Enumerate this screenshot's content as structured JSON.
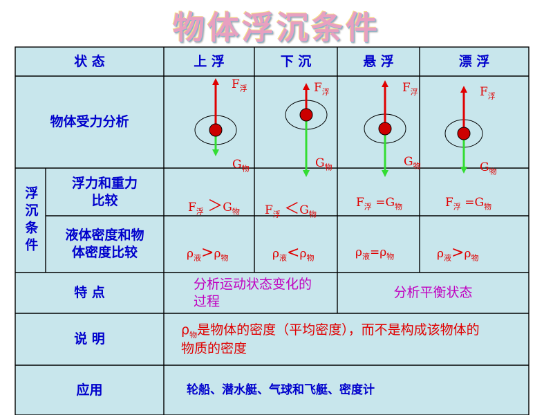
{
  "title": "物体浮沉条件",
  "header": {
    "state": "状 态",
    "cols": [
      "上 浮",
      "下 沉",
      "悬 浮",
      "漂 浮"
    ]
  },
  "rows": {
    "force_analysis": "物体受力分析",
    "condition_group": "浮沉条件",
    "force_compare": [
      "浮力和重力",
      "比较"
    ],
    "density_compare": [
      "液体密度和物",
      "体密度比较"
    ],
    "feature": "特 点",
    "explain": "说 明",
    "apply": "应用"
  },
  "forces": {
    "F": "F",
    "F_sub": "浮",
    "G": "G",
    "G_sub": "物"
  },
  "force_compare": [
    {
      "op": "＞"
    },
    {
      "op": "＜"
    },
    {
      "op": "="
    },
    {
      "op": "="
    }
  ],
  "density": {
    "rho": "ρ",
    "liquid_sub": "液",
    "object_sub": "物",
    "ops": [
      ">",
      "<",
      "=",
      ">"
    ]
  },
  "feature": {
    "motion": "分析运动状态变化的过程",
    "balance": "分析平衡状态"
  },
  "explain": {
    "rho": "ρ",
    "sub": "物",
    "text": "是物体的密度（平均密度），而不是构成该物体的物质的密度"
  },
  "apply": "轮船、潜水艇、气球和飞艇、密度计",
  "colors": {
    "table_bg": "#c8e6ec",
    "border": "#000000",
    "arrow_up": "#e00000",
    "arrow_down": "#33dd33",
    "ball": "#cc0000",
    "blue_text": "#0000cc",
    "red_text": "#e00000",
    "purple_text": "#c000c0"
  }
}
